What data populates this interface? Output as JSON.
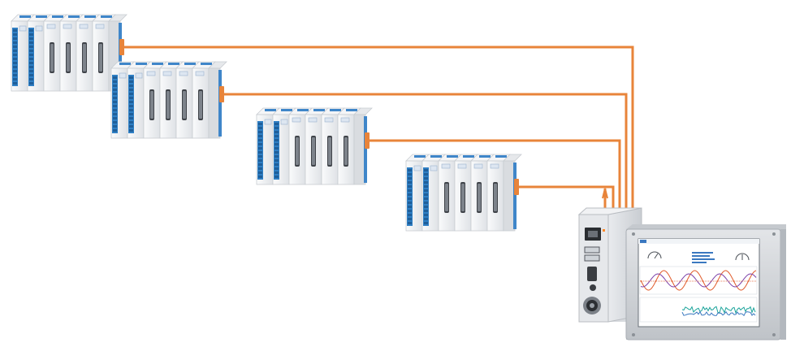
{
  "colors": {
    "cable": "#e8843a",
    "connector": "#e8843a",
    "terminal_blue": "#2f7fc4",
    "terminal_dark": "#1f5f9a",
    "module_body": "#eef0f2",
    "module_edge": "#c8ccd1",
    "rail": "#3f86c9",
    "screen_bg": "#ffffff",
    "bezel": "#d2d5d9",
    "trace_a": "#e05a2a",
    "trace_b": "#7a3ea8",
    "trace_c": "#1aa39a"
  },
  "racks": [
    {
      "modules": 6,
      "icon": "io-module-rack"
    },
    {
      "modules": 6,
      "icon": "io-module-rack"
    },
    {
      "modules": 6,
      "icon": "io-module-rack"
    },
    {
      "modules": 6,
      "icon": "io-module-rack"
    }
  ],
  "controller": {
    "icon": "edge-controller-box"
  },
  "display": {
    "icon": "touch-panel-display"
  }
}
